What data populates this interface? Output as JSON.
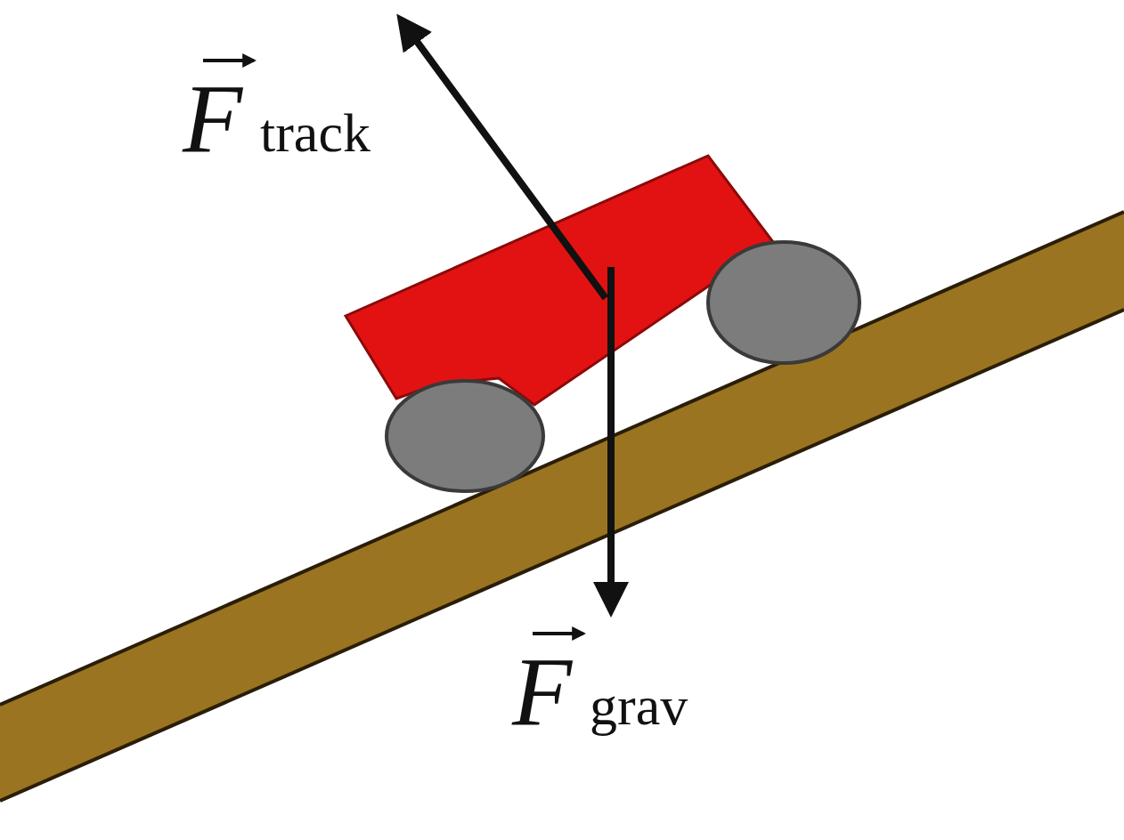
{
  "diagram": {
    "labels": [
      "F",
      "track",
      "F",
      "grav"
    ]
  }
}
